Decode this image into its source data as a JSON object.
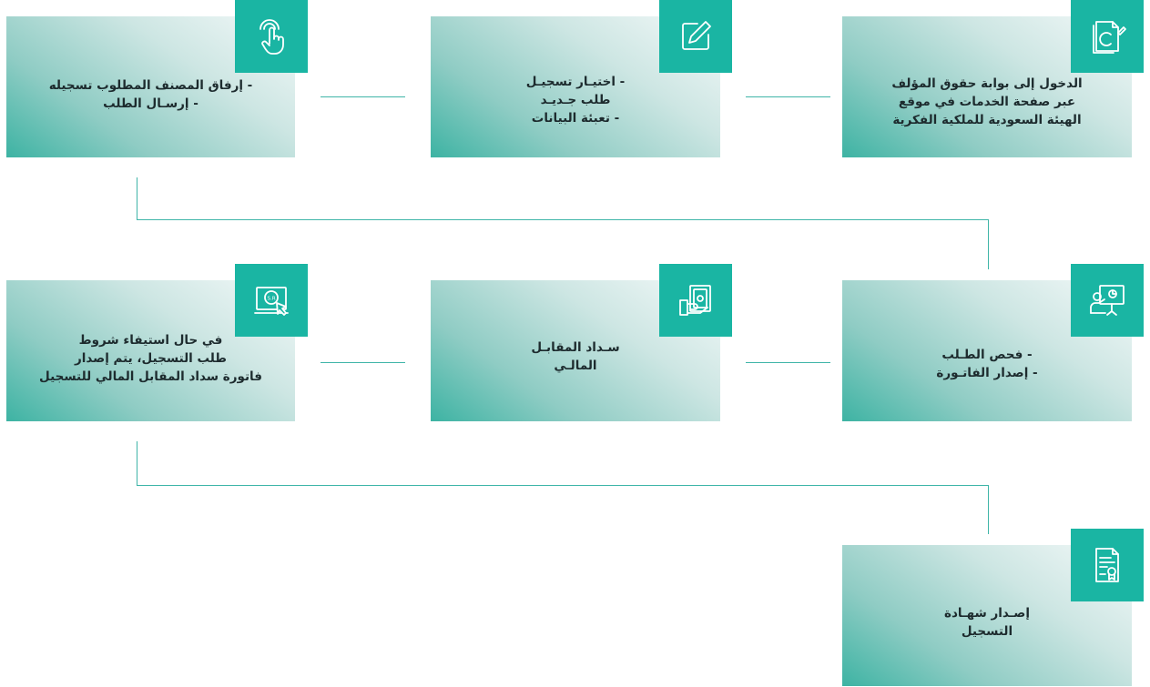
{
  "steps": [
    {
      "id": 1,
      "icon": "copyright-document-icon",
      "lines": [
        "الدخول إلى بوابة حقوق المؤلف",
        "عبر صفحة الخدمات في موقع",
        "الهيئة السعودية للملكية الفكرية"
      ]
    },
    {
      "id": 2,
      "icon": "edit-icon",
      "lines": [
        "- اختيـار تسجيـل",
        "طلب جـديـد",
        "- تعبئة البيانات"
      ]
    },
    {
      "id": 3,
      "icon": "touch-hand-icon",
      "lines": [
        "- إرفاق المصنف المطلوب تسجيله",
        "- إرسـال الطلب"
      ]
    },
    {
      "id": 4,
      "icon": "presentation-review-icon",
      "lines": [
        "- فحص الطـلب",
        "- إصدار الفاتـورة"
      ]
    },
    {
      "id": 5,
      "icon": "cash-payment-icon",
      "lines": [
        "سـداد المقابـل",
        "المالـي"
      ]
    },
    {
      "id": 6,
      "icon": "sr-payment-click-icon",
      "lines": [
        "في حال استيفاء شروط",
        "طلب التسجيل، يتم إصدار",
        "فاتورة سداد المقابل المالي للتسجيل"
      ]
    },
    {
      "id": 7,
      "icon": "certificate-icon",
      "lines": [
        "إصـدار شهـادة",
        "التسجيل"
      ]
    }
  ],
  "colors": {
    "accent": "#1ab5a3",
    "connector": "#3fb5a8",
    "text": "#1d2b2e",
    "card_gradient": [
      "#f4f9f9",
      "#cde6e3",
      "#8fccc4",
      "#3db3a3"
    ]
  }
}
